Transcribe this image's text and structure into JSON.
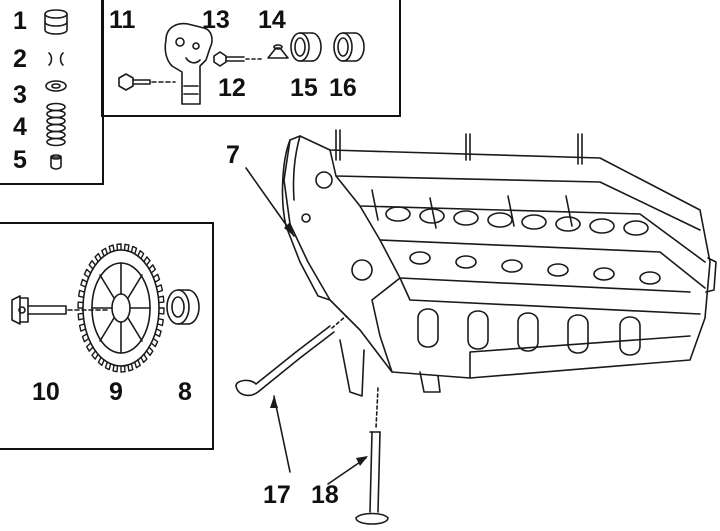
{
  "callouts": {
    "n1": "1",
    "n2": "2",
    "n3": "3",
    "n4": "4",
    "n5": "5",
    "n7": "7",
    "n8": "8",
    "n9": "9",
    "n10": "10",
    "n11": "11",
    "n12": "12",
    "n13": "13",
    "n14": "14",
    "n15": "15",
    "n16": "16",
    "n17": "17",
    "n18": "18"
  },
  "parts": {
    "p1": "tappet",
    "p2": "valve-cotters",
    "p3": "spring-seat",
    "p4": "valve-spring",
    "p5": "valve-stem-seal",
    "p7": "cylinder-head",
    "p8": "oil-seal",
    "p9": "camshaft-sprocket",
    "p10": "sprocket-bolt",
    "p11": "housing-bolt",
    "p12": "bolt",
    "p13": "camshaft-housing",
    "p14": "plug",
    "p15": "seal-ring",
    "p16": "seal-ring",
    "p17": "intake-valve",
    "p18": "exhaust-valve"
  }
}
